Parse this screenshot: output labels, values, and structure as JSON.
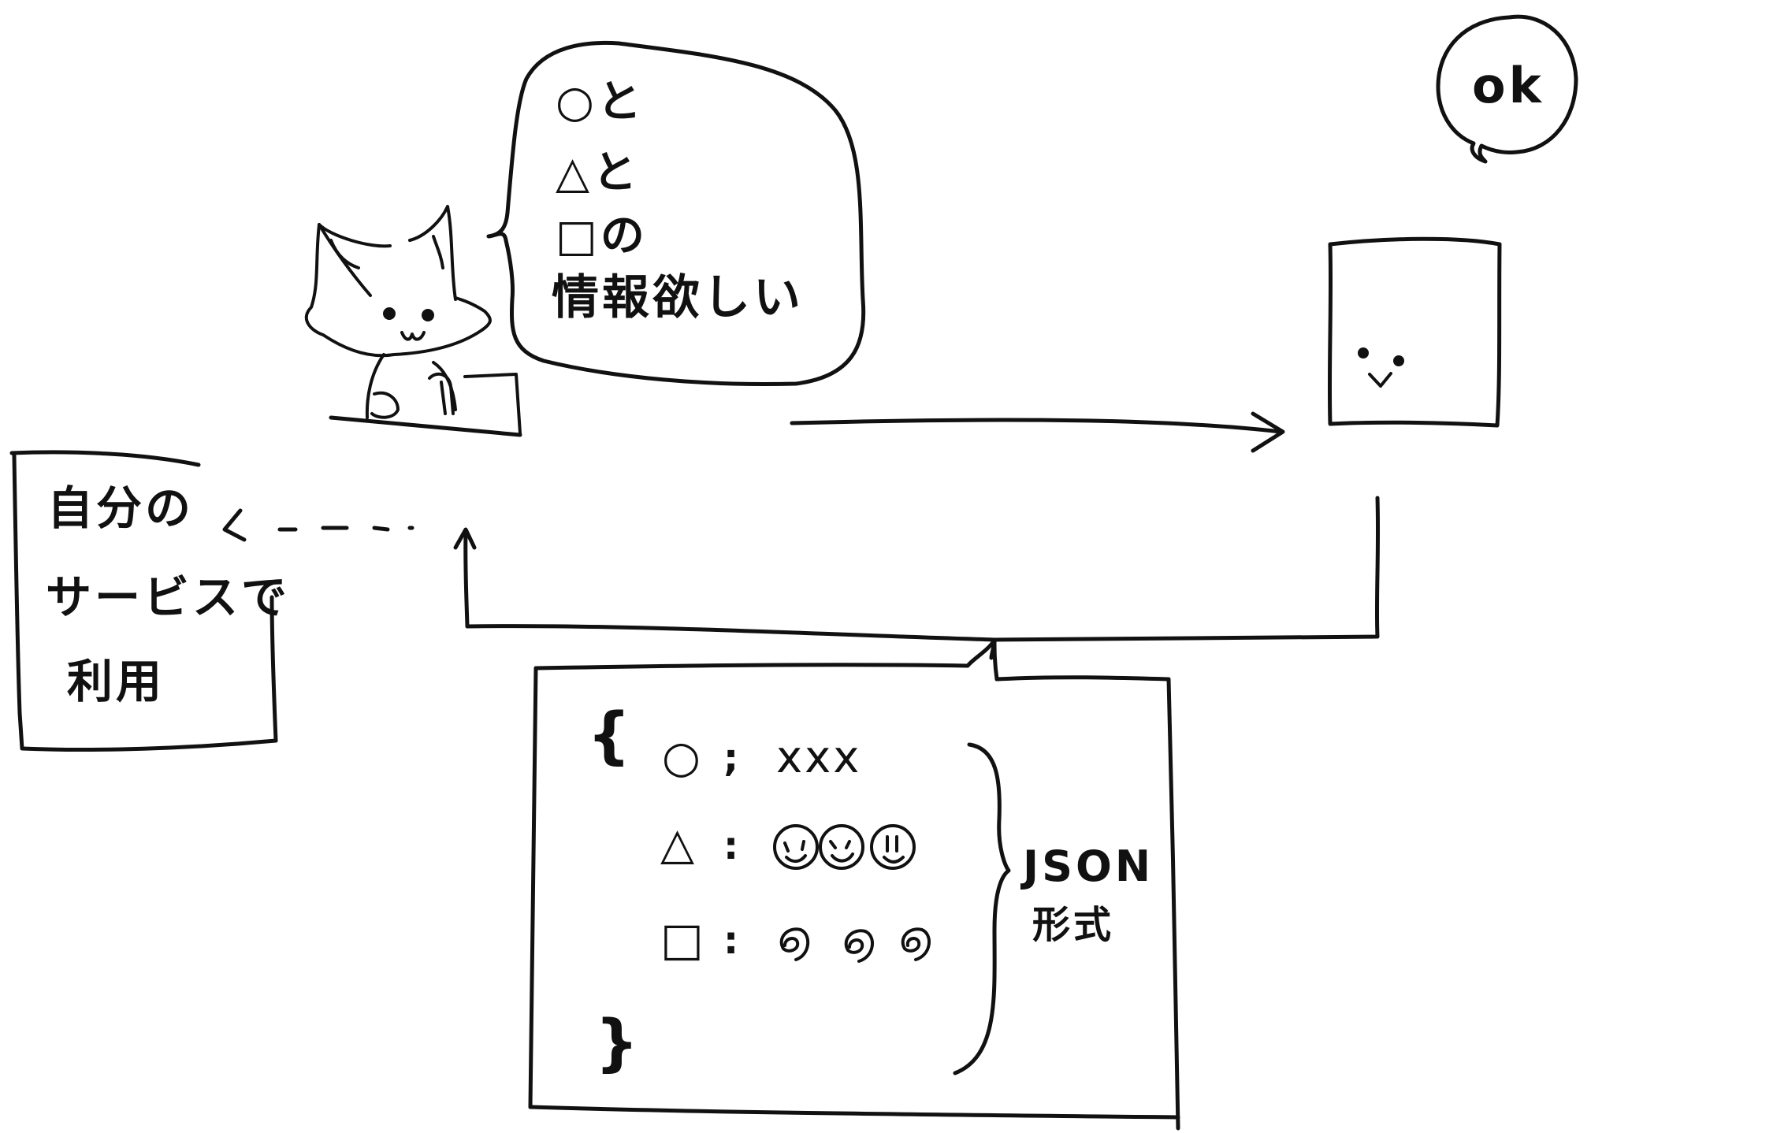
{
  "cat_bubble": {
    "lines": [
      "○と",
      "△と",
      "□の",
      "情報欲しい"
    ]
  },
  "ok_bubble": {
    "text": "ok"
  },
  "left_note": {
    "lines": [
      "自分の",
      "サービスで",
      "利用"
    ]
  },
  "json_box": {
    "open_brace": "{",
    "close_brace": "}",
    "rows": [
      {
        "key": "○",
        "sep": ";",
        "value": "xxx"
      },
      {
        "key": "△",
        "sep": ":",
        "value": ""
      },
      {
        "key": "□",
        "sep": ":",
        "value": ""
      }
    ],
    "brace_label": [
      "JSON",
      "形式"
    ]
  }
}
